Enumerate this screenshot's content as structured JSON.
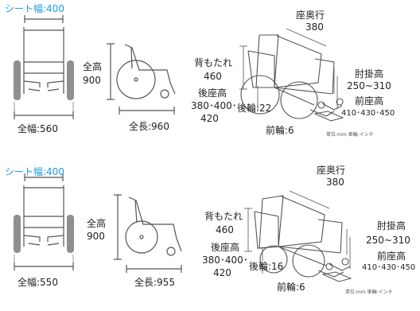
{
  "panels": [
    {
      "seat_width": "シート幅:400",
      "full_width": "全幅:560",
      "total_height_label": "全高",
      "total_height_value": "900",
      "full_length": "全長:960",
      "seat_depth_label": "座奥行",
      "seat_depth_value": "380",
      "back_height_label": "背もたれ",
      "back_height_value": "460",
      "seat_height_label": "後座高",
      "seat_height_values": "380･400･",
      "seat_height_value2": "420",
      "rear_wheel": "後輪:22",
      "front_wheel": "前輪:6",
      "armrest_label": "肘掛高",
      "armrest_value": "250~310",
      "front_seat_label": "前座高",
      "front_seat_value": "410･430･450",
      "unit_note": "単位:mm 車輪:インチ"
    },
    {
      "seat_width": "シート幅:400",
      "full_width": "全幅:550",
      "total_height_label": "全高",
      "total_height_value": "900",
      "full_length": "全長:955",
      "seat_depth_label": "座奥行",
      "seat_depth_value": "380",
      "back_height_label": "背もたれ",
      "back_height_value": "460",
      "seat_height_label": "後座高",
      "seat_height_values": "380･400･",
      "seat_height_value2": "420",
      "rear_wheel": "後輪:16",
      "front_wheel": "前輪:6",
      "armrest_label": "肘掛高",
      "armrest_value": "250~310",
      "front_seat_label": "前座高",
      "front_seat_value": "410･430･450",
      "unit_note": "単位:mm 車輪:インチ"
    }
  ],
  "colors": {
    "accent": "#1e9be0",
    "line": "#555555",
    "tire": "#8f8f8f"
  }
}
